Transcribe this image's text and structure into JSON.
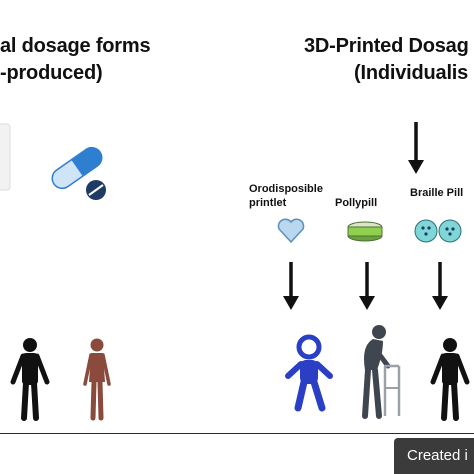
{
  "left_panel": {
    "title_line1": "al dosage forms",
    "title_line2": "-produced)"
  },
  "right_panel": {
    "title_line1": "3D-Printed Dosag",
    "title_line2": "(Individualis",
    "items": [
      {
        "label_line1": "Orodisposible",
        "label_line2": "printlet"
      },
      {
        "label_line1": "Pollypill",
        "label_line2": ""
      },
      {
        "label_line1": "Braille Pill",
        "label_line2": ""
      }
    ]
  },
  "badge": {
    "text": "Created i"
  },
  "colors": {
    "arrow": "#111111",
    "capsule_blue": "#2f7fd1",
    "capsule_light": "#cfe4f6",
    "tablet_navy": "#1f3b63",
    "heart_fill": "#b9d8ef",
    "polypill_green": "#8fd14f",
    "braille_teal": "#7fd6d6",
    "person_black": "#111111",
    "person_brown": "#8a4a3c",
    "child_blue": "#2a3fc4",
    "elder_gray": "#3f4650"
  }
}
